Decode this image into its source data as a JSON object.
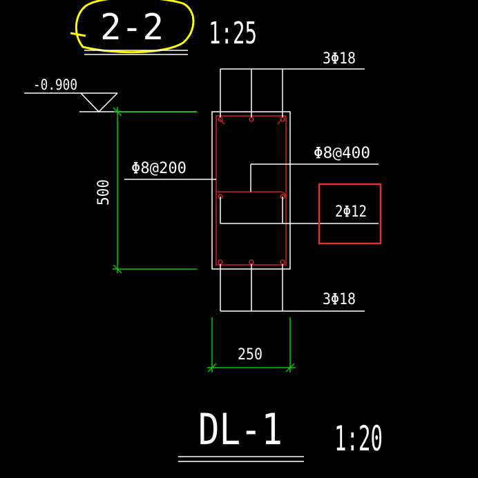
{
  "section": {
    "label": "2-2",
    "scale": "1:25"
  },
  "beam": {
    "name": "DL-1",
    "scale": "1:20",
    "top_bars": "3Φ18",
    "bottom_bars": "3Φ18",
    "middle_bars": "2Φ12",
    "stirrup": "Φ8@200",
    "tie": "Φ8@400",
    "height": "500",
    "width": "250",
    "elevation": "-0.900"
  },
  "colors": {
    "background": "#000000",
    "linework": "#ffffff",
    "dimension": "#00cc00",
    "rebar": "#cc2222",
    "highlight_box": "#e03030",
    "markup_circle": "#ffff00"
  }
}
